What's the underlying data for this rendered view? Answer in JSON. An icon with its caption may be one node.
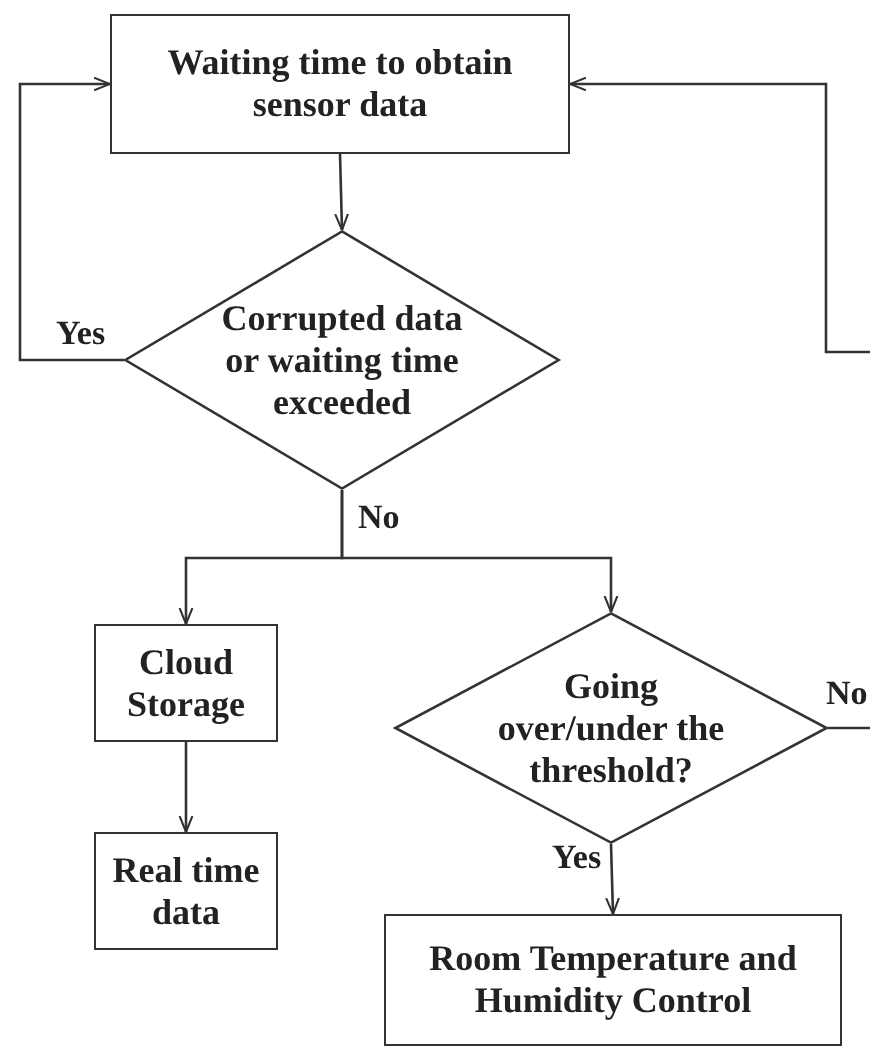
{
  "diagram": {
    "nodes": [
      {
        "text": [
          "Waiting time to obtain sensor data"
        ]
      },
      {
        "text": [
          "Corrupted data or waiting time exceeded"
        ]
      },
      {
        "text": [
          "Cloud Storage"
        ]
      },
      {
        "text": [
          "Real time data"
        ]
      },
      {
        "text": [
          "Going over/under the threshold?"
        ]
      },
      {
        "text": [
          "Room Temperature and Humidity Control"
        ]
      }
    ],
    "edges": [
      {
        "from": 0,
        "to": 1,
        "arrow": "to"
      },
      {
        "from": 1,
        "to": 0,
        "label": "Yes",
        "arrow": "to"
      },
      {
        "from": 1,
        "to": 2,
        "label": "No",
        "arrow": "to"
      },
      {
        "from": 1,
        "to": 4,
        "arrow": "to"
      },
      {
        "from": 2,
        "to": 3,
        "arrow": "to"
      },
      {
        "from": 4,
        "to": 5,
        "label": "Yes",
        "arrow": "to"
      },
      {
        "from": 4,
        "to": null,
        "label": "No",
        "arrow": "none"
      },
      {
        "from": null,
        "to": 0,
        "arrow": "to"
      }
    ]
  }
}
